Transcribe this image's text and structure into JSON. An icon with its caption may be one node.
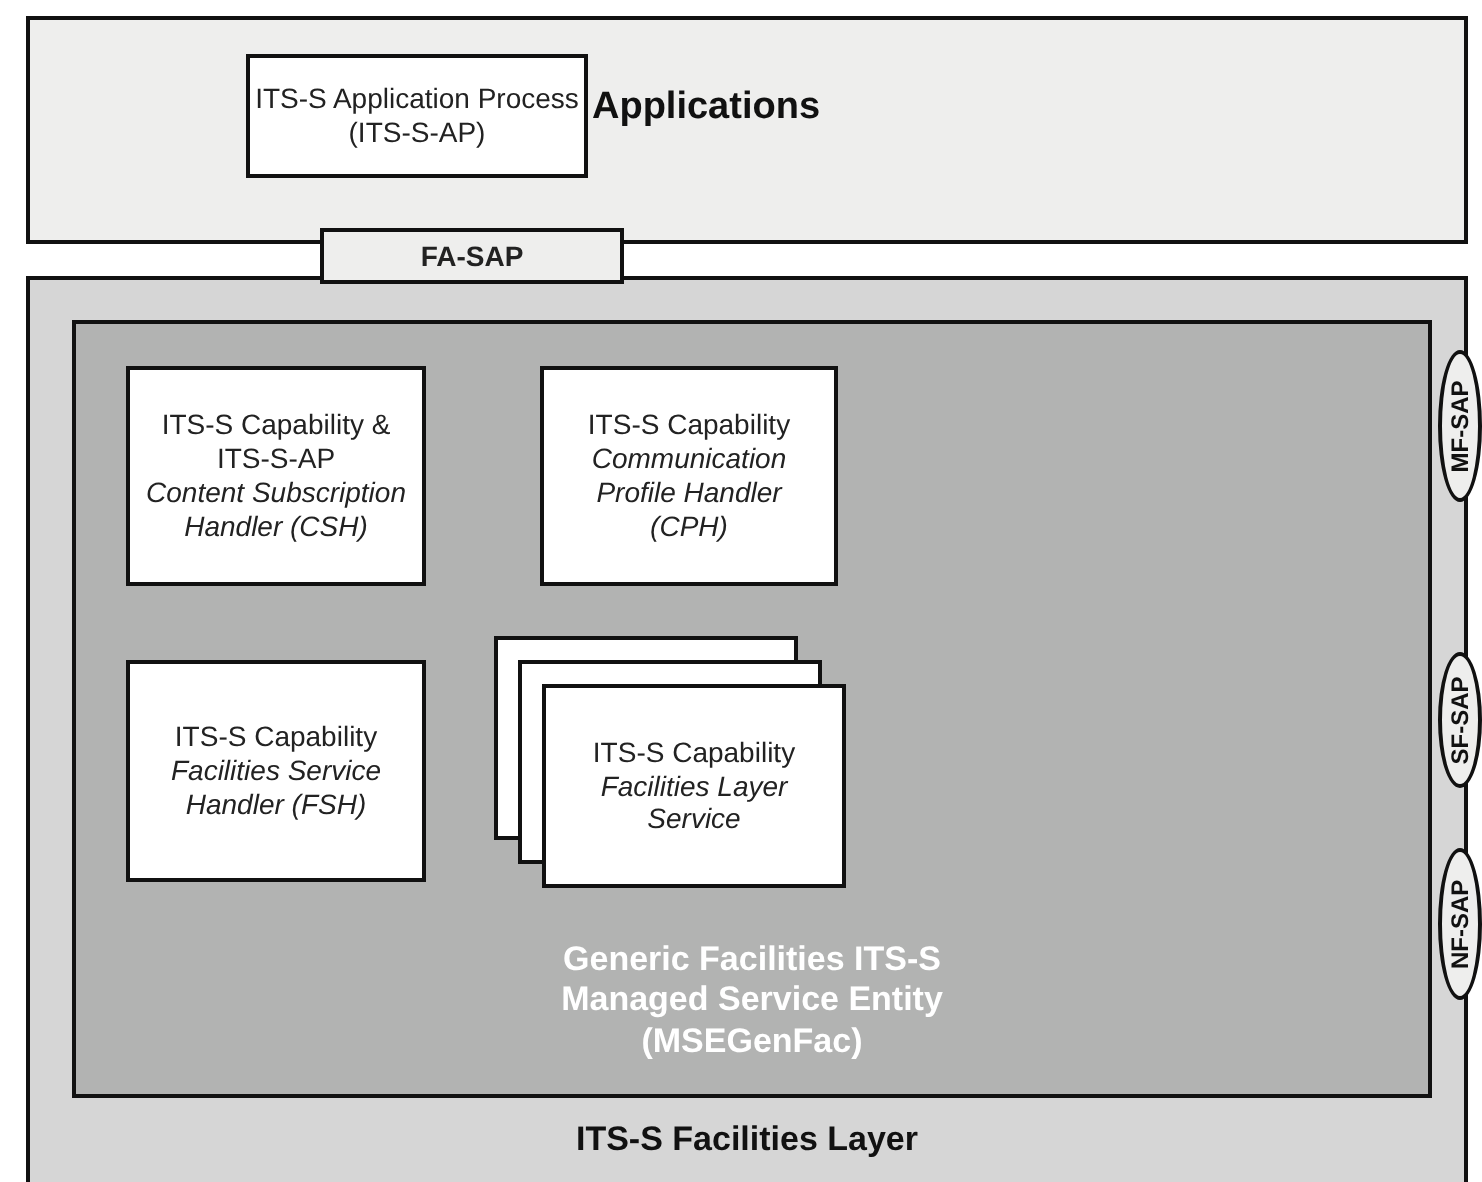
{
  "diagram": {
    "nodes": [
      {
        "text": [
          "Applications"
        ]
      },
      {
        "text": [
          "ITS-S Application Process (ITS-S-AP)"
        ],
        "in": 0
      },
      {
        "text": [
          "FA-SAP"
        ]
      },
      {
        "text": [
          "ITS-S Facilities Layer"
        ]
      },
      {
        "text": [
          "Generic Facilities ITS-S Managed Service Entity (MSEGenFac)"
        ],
        "in": 3
      },
      {
        "text": [
          "ITS-S Capability & ITS-S-AP",
          "Content Subscription Handler (CSH)"
        ],
        "in": 4
      },
      {
        "text": [
          "ITS-S Capability",
          "Communication Profile Handler (CPH)"
        ],
        "in": 4
      },
      {
        "text": [
          "ITS-S Capability",
          "Facilities Service Handler (FSH)"
        ],
        "in": 4
      },
      {
        "text": [
          "ITS-S Capability",
          "Facilities Layer Service"
        ],
        "in": 4
      },
      {
        "text": [
          "MF-SAP"
        ]
      },
      {
        "text": [
          "SF-SAP"
        ]
      },
      {
        "text": [
          "NF-SAP"
        ]
      }
    ]
  }
}
